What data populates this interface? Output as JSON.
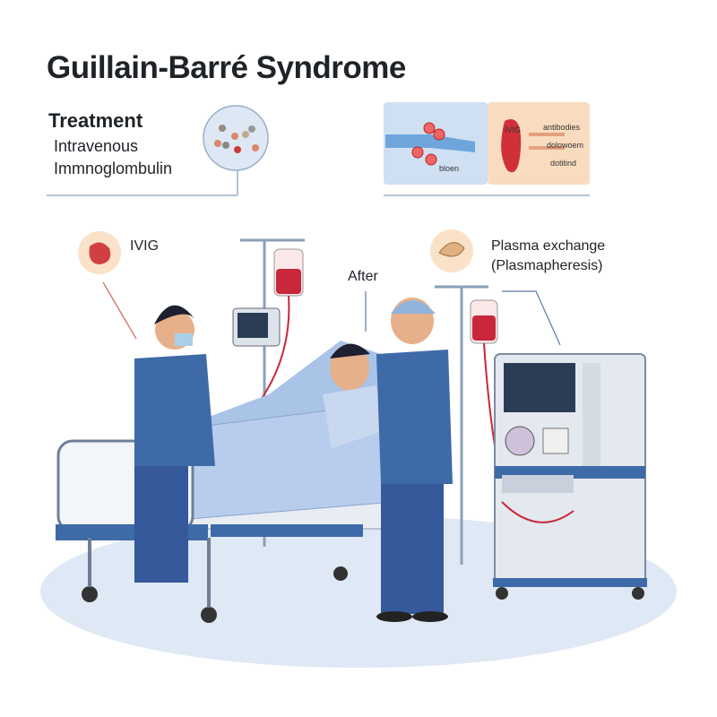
{
  "title": "Guillain-Barré Syndrome",
  "treatment": {
    "heading": "Treatment",
    "line1": "Intravenous",
    "line2": "Immnoglombulin"
  },
  "inset": {
    "left_label_top": "IVIG",
    "left_label_bottom": "bloen",
    "right_labels": [
      "antibodies",
      "dolowoem",
      "dotitind"
    ]
  },
  "callouts": {
    "ivig": "IVIG",
    "after": "After",
    "plasma_line1": "Plasma exchange",
    "plasma_line2": "(Plasmapheresis)"
  },
  "colors": {
    "scrubs": "#3f6aa8",
    "blood": "#c8283a",
    "floor": "#dfe8f5",
    "bed": "#aac4e8"
  }
}
